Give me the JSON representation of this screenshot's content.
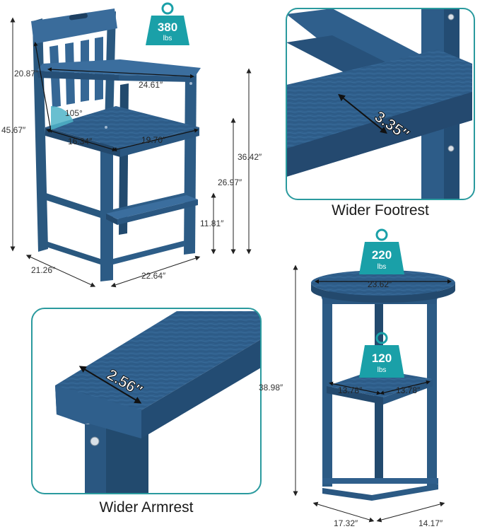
{
  "chair": {
    "weight_capacity": {
      "value": "380",
      "unit": "lbs"
    },
    "dimensions": {
      "total_height": "45.67″",
      "backrest_height": "20.87″",
      "arm_span": "24.61″",
      "recline_angle": "105°",
      "seat_depth": "16.34″",
      "seat_width": "19.70″",
      "arm_height": "36.42″",
      "seat_height": "26.97″",
      "footrest_height": "11.81″",
      "base_depth": "21.26″",
      "base_width": "22.64″"
    }
  },
  "footrest_detail": {
    "dimension": "3.35″",
    "caption": "Wider Footrest"
  },
  "armrest_detail": {
    "dimension": "2.56″",
    "caption": "Wider Armrest"
  },
  "table": {
    "top_capacity": {
      "value": "220",
      "unit": "lbs"
    },
    "shelf_capacity": {
      "value": "120",
      "unit": "lbs"
    },
    "dimensions": {
      "top_diameter": "23.62″",
      "height": "38.98″",
      "shelf_left": "13.78″",
      "shelf_right": "13.78″",
      "base_depth": "17.32″",
      "base_width": "14.17″"
    }
  },
  "colors": {
    "product_blue": "#2f5f8c",
    "product_dark": "#1f4466",
    "product_light": "#4a7cab",
    "badge_teal": "#1aa0a8",
    "panel_border": "#2a9a9e"
  }
}
